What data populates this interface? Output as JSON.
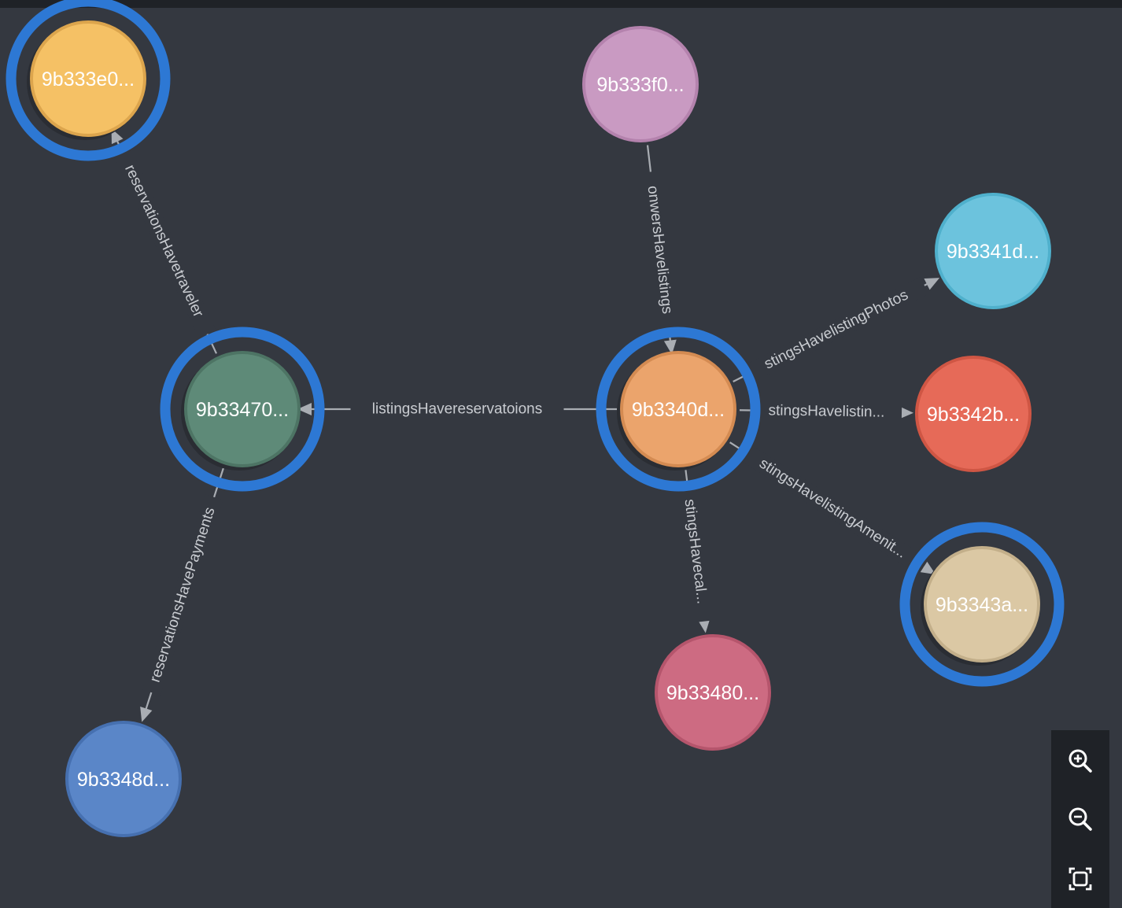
{
  "colors": {
    "background": "#343840",
    "selection_ring": "#2d78d4",
    "edge": "#a9adb3",
    "edge_label": "#c9ccd1"
  },
  "nodes": [
    {
      "id": "n_9b333e0",
      "label": "9b333e0...",
      "color": "#f5c165",
      "border": "#dca54d",
      "selected": true
    },
    {
      "id": "n_9b333f0",
      "label": "9b333f0...",
      "color": "#c99ac2",
      "border": "#b482ad",
      "selected": false
    },
    {
      "id": "n_9b3341d",
      "label": "9b3341d...",
      "color": "#6cc3dd",
      "border": "#4fb0cc",
      "selected": false
    },
    {
      "id": "n_9b33470",
      "label": "9b33470...",
      "color": "#5e8a78",
      "border": "#4d7464",
      "selected": true
    },
    {
      "id": "n_9b3340d",
      "label": "9b3340d...",
      "color": "#eba46c",
      "border": "#d48b52",
      "selected": true
    },
    {
      "id": "n_9b3342b",
      "label": "9b3342b...",
      "color": "#e66a58",
      "border": "#cf5644",
      "selected": false
    },
    {
      "id": "n_9b3343a",
      "label": "9b3343a...",
      "color": "#dbc8a4",
      "border": "#c3af8a",
      "selected": true
    },
    {
      "id": "n_9b33480",
      "label": "9b33480...",
      "color": "#cd6b82",
      "border": "#b5556c",
      "selected": false
    },
    {
      "id": "n_9b3348d",
      "label": "9b3348d...",
      "color": "#5a86c8",
      "border": "#4670b0",
      "selected": false
    }
  ],
  "edges": [
    {
      "id": "e1",
      "source": "n_9b33470",
      "target": "n_9b333e0",
      "label": "reservationsHavetraveler"
    },
    {
      "id": "e2",
      "source": "n_9b33470",
      "target": "n_9b3348d",
      "label": "reservationsHavePayments"
    },
    {
      "id": "e3",
      "source": "n_9b3340d",
      "target": "n_9b33470",
      "label": "listingsHavereservatoions"
    },
    {
      "id": "e4",
      "source": "n_9b333f0",
      "target": "n_9b3340d",
      "label": "onwersHavelistings"
    },
    {
      "id": "e5",
      "source": "n_9b3340d",
      "target": "n_9b3341d",
      "label": "stingsHavelistingPhotos"
    },
    {
      "id": "e6",
      "source": "n_9b3340d",
      "target": "n_9b3342b",
      "label": "stingsHavelistin..."
    },
    {
      "id": "e7",
      "source": "n_9b3340d",
      "target": "n_9b3343a",
      "label": "stingsHavelistingAmenit..."
    },
    {
      "id": "e8",
      "source": "n_9b3340d",
      "target": "n_9b33480",
      "label": "stingsHavecal..."
    }
  ],
  "zoom_controls": [
    {
      "name": "zoom-in-button",
      "icon": "zoom-in-icon"
    },
    {
      "name": "zoom-out-button",
      "icon": "zoom-out-icon"
    },
    {
      "name": "fit-view-button",
      "icon": "fit-view-icon"
    }
  ]
}
